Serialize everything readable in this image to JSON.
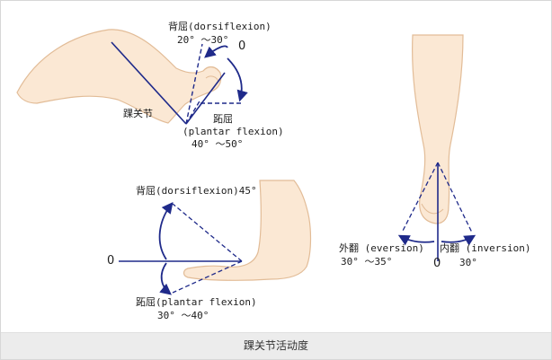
{
  "diagram": {
    "caption": "踝关节活动度",
    "colors": {
      "line": "#1f2a8a",
      "skin": "#fbe8d4",
      "skin_outline": "#e2bc97",
      "caption_bg": "#ececec"
    },
    "top_left": {
      "dorsiflexion_label": "背屈(dorsiflexion)",
      "dorsiflexion_range": "20° ～30°",
      "zero": "0",
      "joint_label": "踝关节",
      "plantar_label_cn": "跖屈",
      "plantar_label_en": "(plantar flexion)",
      "plantar_range": "40° ～50°"
    },
    "bottom_left": {
      "dorsiflexion_label": "背屈(dorsiflexion)45°",
      "zero": "0",
      "plantar_label": "跖屈(plantar flexion)",
      "plantar_range": "30° ～40°"
    },
    "right": {
      "eversion_label": "外翻 (eversion)",
      "eversion_range": "30° ～35°",
      "zero": "0",
      "inversion_label": "内翻 (inversion)",
      "inversion_range": "30°"
    }
  }
}
